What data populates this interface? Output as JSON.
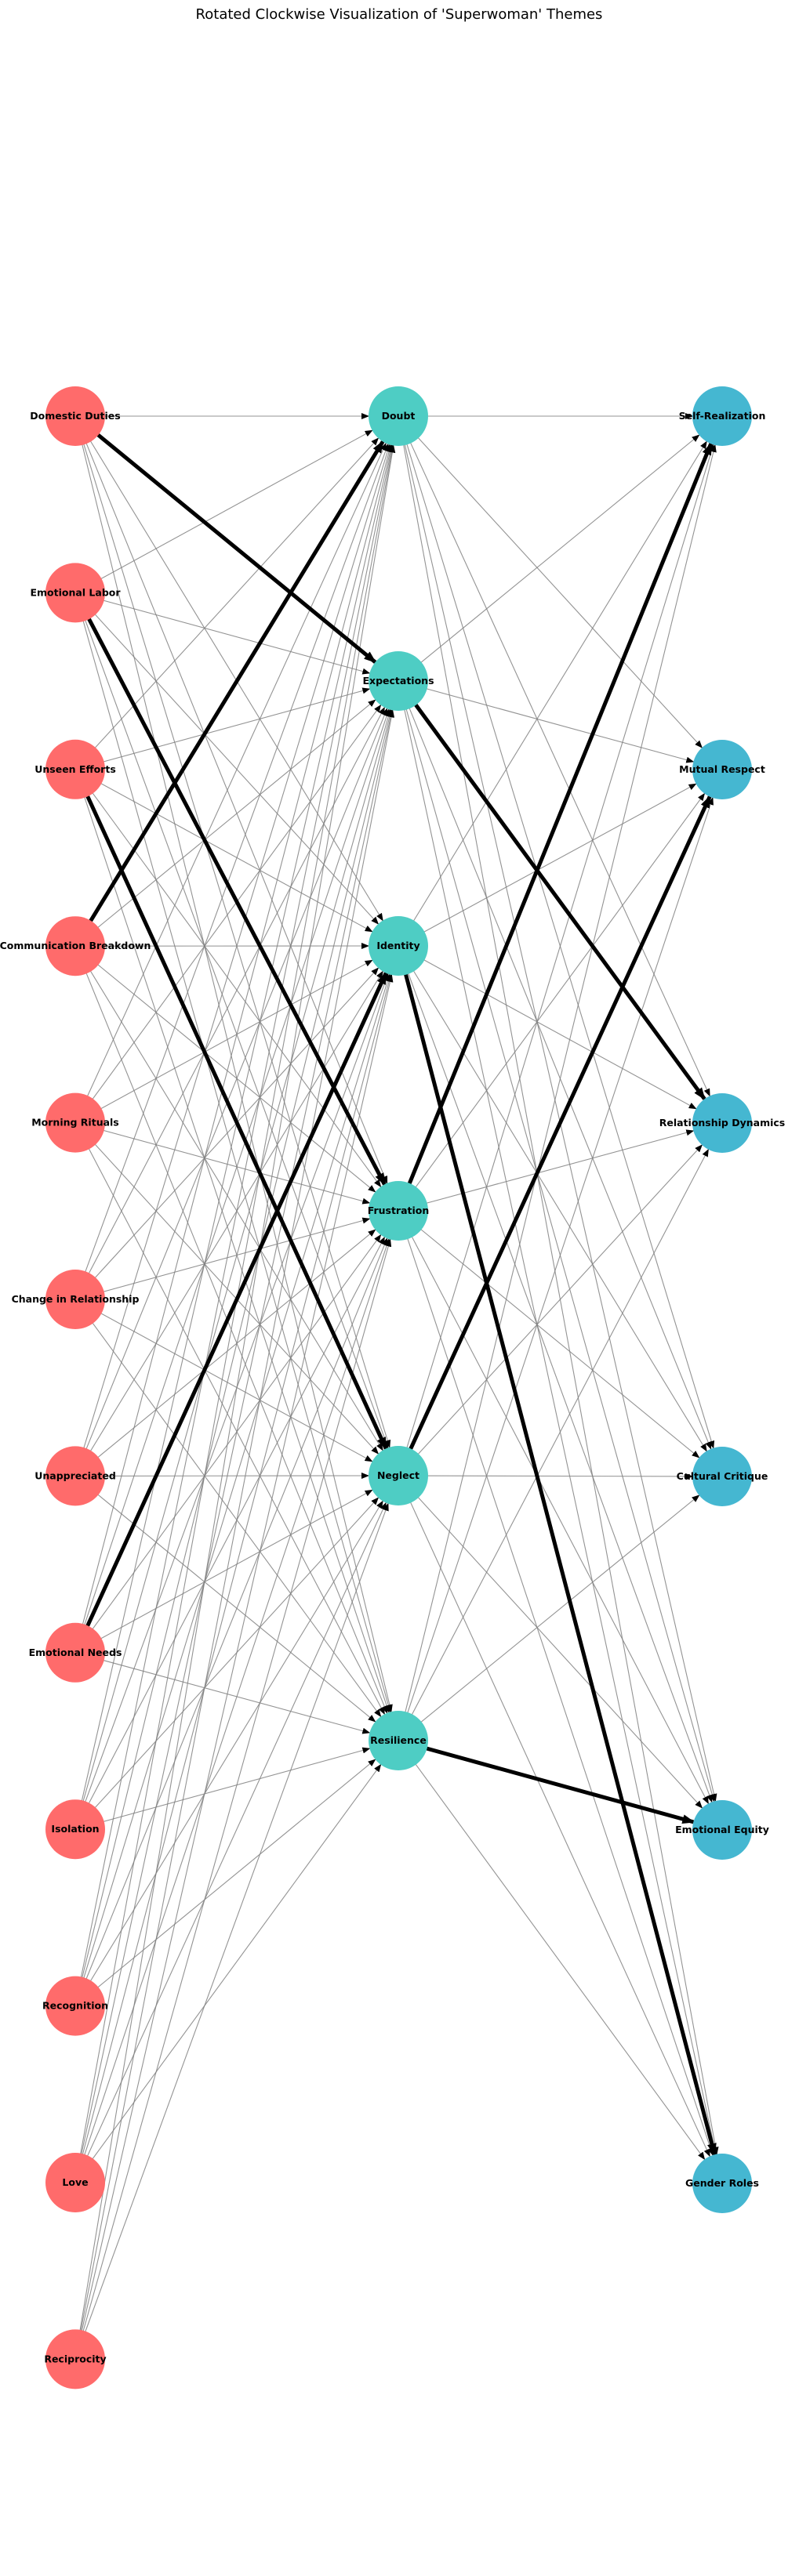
{
  "title": "Rotated Clockwise Visualization of 'Superwoman' Themes",
  "colors": {
    "left": "#ff6b6b",
    "middle": "#4ecdc4",
    "right": "#45b7d1",
    "edge": "#808080",
    "strong_edge": "#000000"
  },
  "nodes": {
    "left": [
      "Domestic Duties",
      "Emotional Labor",
      "Unseen Efforts",
      "Communication Breakdown",
      "Morning Rituals",
      "Change in Relationship",
      "Unappreciated",
      "Emotional Needs",
      "Isolation",
      "Recognition",
      "Love",
      "Reciprocity"
    ],
    "middle": [
      "Doubt",
      "Expectations",
      "Identity",
      "Frustration",
      "Neglect",
      "Resilience"
    ],
    "right": [
      "Self-Realization",
      "Mutual Respect",
      "Relationship Dynamics",
      "Cultural Critique",
      "Emotional Equity",
      "Gender Roles"
    ]
  },
  "strong_edges": [
    [
      "Domestic Duties",
      "Expectations"
    ],
    [
      "Emotional Labor",
      "Frustration"
    ],
    [
      "Unseen Efforts",
      "Neglect"
    ],
    [
      "Communication Breakdown",
      "Doubt"
    ],
    [
      "Emotional Needs",
      "Identity"
    ],
    [
      "Expectations",
      "Relationship Dynamics"
    ],
    [
      "Identity",
      "Gender Roles"
    ],
    [
      "Frustration",
      "Self-Realization"
    ],
    [
      "Neglect",
      "Mutual Respect"
    ],
    [
      "Resilience",
      "Emotional Equity"
    ]
  ]
}
